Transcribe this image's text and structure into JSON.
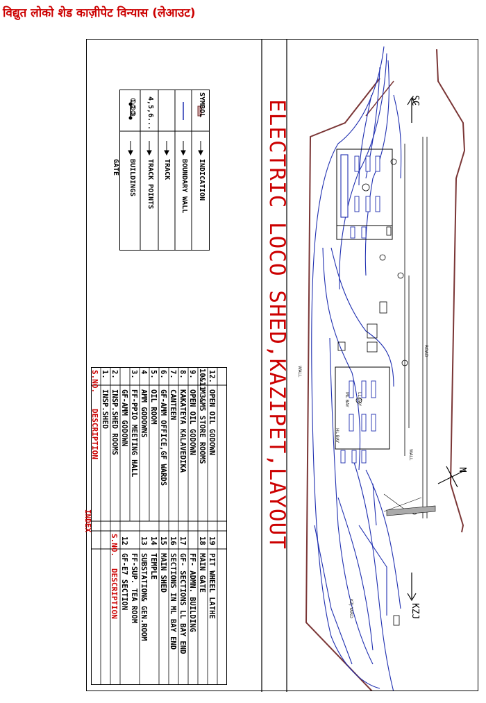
{
  "page_title": "विद्युत लोको शेड काज़ीपेट विन्यास (लेआउट)",
  "drawing_title": "ELECTRIC LOCO SHED,KAZIPET,LAYOUT",
  "legend": {
    "header_symbol": "SYMBOL",
    "header_indication": "INDICATION",
    "rows": [
      {
        "symbol": "",
        "indication": "BOUNDARY WALL"
      },
      {
        "symbol": "",
        "indication": "TRACK"
      },
      {
        "symbol": "4,5,6...",
        "indication": "TRACK POINTS"
      },
      {
        "symbol": "①②③",
        "indication": "BUILDINGS"
      },
      {
        "symbol": "",
        "indication": "GATE"
      }
    ]
  },
  "index": {
    "title": "INDEX",
    "col_sno": "S.NO.",
    "col_desc": "DESCRIPTION",
    "left": [
      {
        "no": "12.",
        "desc": "OPEN OIL GODOWN"
      },
      {
        "no": "10&11",
        "desc": "M3&M5 STORE ROOMS"
      },
      {
        "no": "9.",
        "desc": "OPEN OIL GODOWN"
      },
      {
        "no": "8.",
        "desc": "KAKATEYA KALAVEDIKA"
      },
      {
        "no": "7.",
        "desc": "CANTEEN"
      },
      {
        "no": "6.",
        "desc": "GF-AMM OFFICE,GF WARDS"
      },
      {
        "no": "5.",
        "desc": "OIL ROOM"
      },
      {
        "no": "4",
        "desc": "AMM GODOWNS"
      },
      {
        "no": "3.",
        "desc": "FF-PPIO MEETING HALL"
      },
      {
        "no": "",
        "desc": "GF-AMM GODOWN"
      },
      {
        "no": "2.",
        "desc": "INSP.SHED ROOMS"
      },
      {
        "no": "1.",
        "desc": "INSP.SHED"
      }
    ],
    "right": [
      {
        "no": "19",
        "desc": "PIT WHEEL LATHE"
      },
      {
        "no": "18",
        "desc": "MAIN GATE"
      },
      {
        "no": "",
        "desc": "FF- ADMN. BUILDING"
      },
      {
        "no": "17",
        "desc": "GF- SECTIONS LL BAY END"
      },
      {
        "no": "16",
        "desc": "SECTIONS IN ML BAY END"
      },
      {
        "no": "15",
        "desc": "MAIN SHED"
      },
      {
        "no": "14",
        "desc": "TEMPLE"
      },
      {
        "no": "13",
        "desc": "SUBSTATION& GEN.ROOM"
      },
      {
        "no": "",
        "desc": "FF-SUP. TEA ROOM"
      },
      {
        "no": "12",
        "desc": "GF-E7 SECTION"
      }
    ]
  },
  "map": {
    "dir_top": "SC",
    "dir_bottom": "KZJ",
    "north": "N",
    "wall_label_1": "WALL",
    "wall_label_2": "WALL",
    "road_label": "ROAD",
    "yard_label": "KZJ YARD",
    "bay_labels": [
      "ML BAY",
      "LL BAY",
      "HL BAY"
    ],
    "colors": {
      "track": "#1f2fb0",
      "wall": "#7a3535",
      "title": "#cc0000"
    }
  }
}
